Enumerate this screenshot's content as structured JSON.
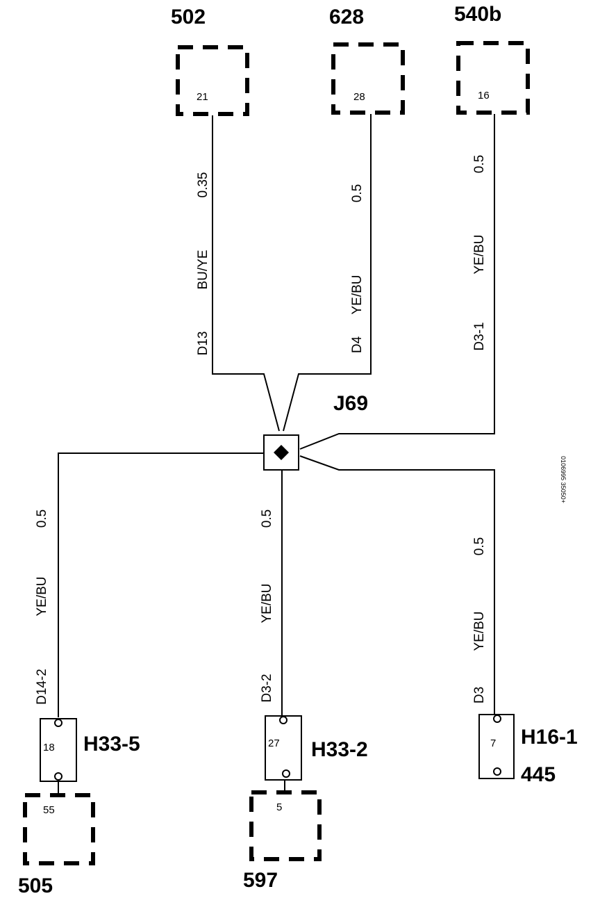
{
  "components": {
    "c502": {
      "id": "502",
      "pin": "21"
    },
    "c628": {
      "id": "628",
      "pin": "28"
    },
    "c540b": {
      "id": "540b",
      "pin": "16"
    },
    "c505": {
      "id": "505",
      "pin": "55"
    },
    "c597": {
      "id": "597",
      "pin": "5"
    }
  },
  "junction": {
    "id": "J69"
  },
  "connectors": {
    "h33_5": {
      "id": "H33-5",
      "pin": "18"
    },
    "h33_2": {
      "id": "H33-2",
      "pin": "27"
    },
    "h16_1": {
      "id": "H16-1",
      "pin": "7",
      "sub_id": "445"
    }
  },
  "wires": {
    "w_d13": {
      "gauge": "0.35",
      "color": "BU/YE",
      "code": "D13"
    },
    "w_d4": {
      "gauge": "0.5",
      "color": "YE/BU",
      "code": "D4"
    },
    "w_d3_1": {
      "gauge": "0.5",
      "color": "YE/BU",
      "code": "D3-1"
    },
    "w_d14_2": {
      "gauge": "0.5",
      "color": "YE/BU",
      "code": "D14-2"
    },
    "w_d3_2": {
      "gauge": "0.5",
      "color": "YE/BU",
      "code": "D3-2"
    },
    "w_d3": {
      "gauge": "0.5",
      "color": "YE/BU",
      "code": "D3"
    }
  },
  "reference_code": "0106995 35050+"
}
